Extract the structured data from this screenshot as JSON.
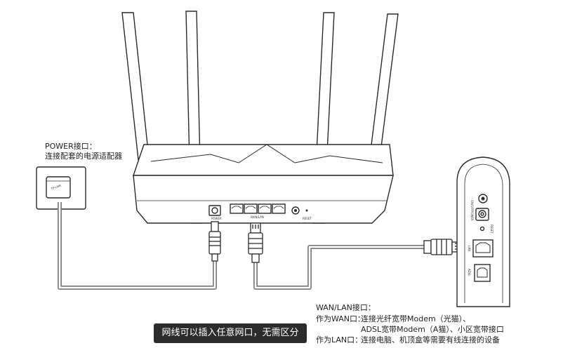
{
  "power_note": {
    "title": "POWER接口：",
    "desc": "连接配套的电源适配器"
  },
  "router_labels": {
    "power": "POWER",
    "wan_lan": "WAN/LAN",
    "reset": "RESET"
  },
  "adapter_brand": "TP-LINK",
  "modem_labels": {
    "on_off": "ON/OFF",
    "power": "POWER",
    "reset": "RESET",
    "lan": "LAN",
    "adsl": "ADSL"
  },
  "wan_lan_note": {
    "title": "WAN/LAN接口：",
    "wan_prefix": "作为WAN口：",
    "wan_line1": "连接光纤宽带Modem（光猫）、",
    "wan_line2": "ADSL宽带Modem（A猫）、小区宽带接口",
    "lan_prefix": "作为LAN口：",
    "lan_line": "连接电脑、机顶盒等需要有线连接的设备"
  },
  "caption": "网线可以插入任意网口，无需区分",
  "colors": {
    "stroke": "#2a2a2a",
    "cable": "#7d7d7d",
    "caption_bg": "#2c2c2c"
  }
}
